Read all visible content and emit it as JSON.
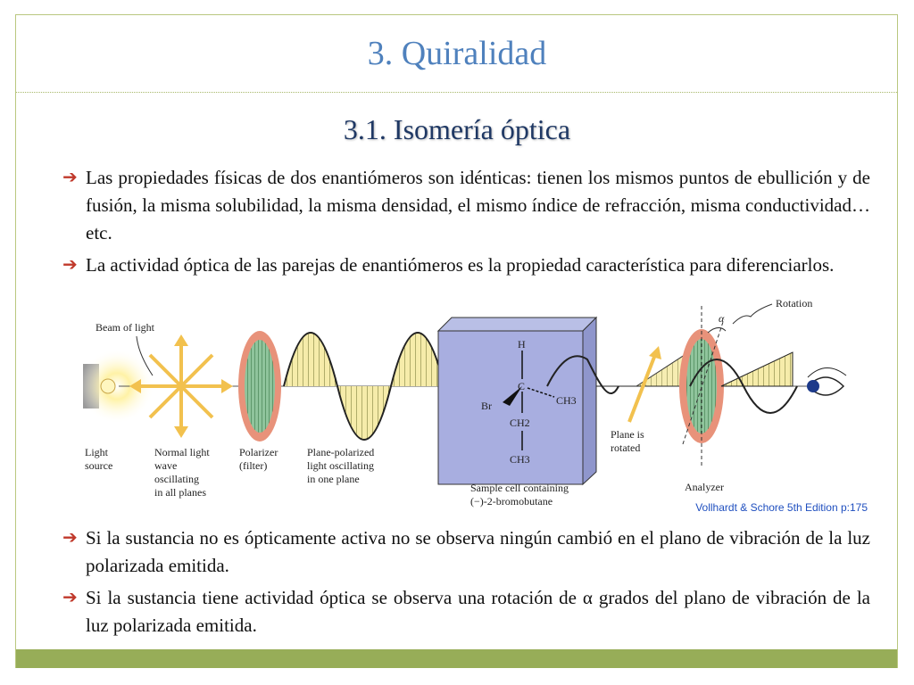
{
  "slide": {
    "title": "3. Quiralidad",
    "subtitle": "3.1. Isomería óptica"
  },
  "bullets": [
    {
      "text": "Las propiedades físicas de dos enantiómeros son idénticas: tienen los mismos puntos de ebullición y de fusión, la misma solubilidad, la misma densidad, el mismo índice de refracción, misma conductividad…etc."
    },
    {
      "text": "La actividad óptica de las parejas de enantiómeros es la propiedad característica para diferenciarlos."
    },
    {
      "text": "Si la sustancia no es ópticamente activa no se observa ningún cambió en el plano de vibración de la luz polarizada emitida."
    },
    {
      "text": "Si la sustancia tiene actividad óptica se observa una rotación de α grados del plano de vibración de la luz polarizada emitida."
    }
  ],
  "figure": {
    "beam_label": "Beam of light",
    "light_source": [
      "Light",
      "source"
    ],
    "normal_light": [
      "Normal light",
      "wave",
      "oscillating",
      "in all planes"
    ],
    "polarizer": [
      "Polarizer",
      "(filter)"
    ],
    "plane_polarized": [
      "Plane-polarized",
      "light oscillating",
      "in one plane"
    ],
    "sample_cell": [
      "Sample cell containing",
      "(−)-2-bromobutane"
    ],
    "plane_rotated": [
      "Plane is",
      "rotated"
    ],
    "analyzer": "Analyzer",
    "rotation": "Rotation",
    "alpha": "α",
    "molecule": {
      "h": "H",
      "c": "C",
      "br": "Br",
      "ch3": "CH3",
      "ch2": "CH2",
      "ch3_bottom": "CH3"
    },
    "credit": "Vollhardt & Schore 5th Edition p:175"
  },
  "colors": {
    "title": "#4f81bd",
    "subtitle": "#1f3864",
    "accent_bar": "#97ad58",
    "bullet_arrow": "#c0392b",
    "credit": "#1f4fbf"
  }
}
